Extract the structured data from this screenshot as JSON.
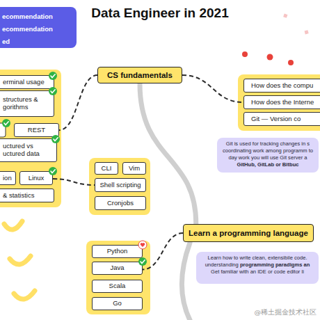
{
  "diagram": {
    "title": "Data Engineer in 2021",
    "nodes": [
      {
        "text": [
          "ecommendation",
          "ecommendation",
          "ed"
        ]
      },
      {
        "text": [
          "CS fundamentals"
        ]
      },
      {
        "text": [
          "erminal usage"
        ]
      },
      {
        "text": [
          "structures & gorithms"
        ]
      },
      {
        "text": [
          "REST"
        ]
      },
      {
        "text": [
          "uctured vs uctured data"
        ]
      },
      {
        "text": [
          "ion"
        ]
      },
      {
        "text": [
          "Linux"
        ]
      },
      {
        "text": [
          "& statistics"
        ]
      },
      {
        "text": [
          "How does the compu"
        ]
      },
      {
        "text": [
          "How does the Interne"
        ]
      },
      {
        "text": [
          "Git — Version co"
        ]
      },
      {
        "text": [
          "Git is used for tracking changes in s coordinating work among programm to day work you will use Git server a",
          "GitHub, GitLab or Bitbuc"
        ]
      },
      {
        "text": [
          "CLI"
        ]
      },
      {
        "text": [
          "Vim"
        ]
      },
      {
        "text": [
          "Shell scripting"
        ]
      },
      {
        "text": [
          "Cronjobs"
        ]
      },
      {
        "text": [
          "Learn a programming language"
        ]
      },
      {
        "text": [
          "Learn how to write clean, extensibile code. understanding",
          "programming paradigms an",
          "Get familiar with an IDE or code editor li"
        ]
      },
      {
        "text": [
          "Python"
        ]
      },
      {
        "text": [
          "Java"
        ]
      },
      {
        "text": [
          "Scala"
        ]
      },
      {
        "text": [
          "Go"
        ]
      }
    ],
    "edges": [
      {
        "from": 1,
        "to": 4,
        "arrow": "none"
      },
      {
        "from": 1,
        "to": 10,
        "arrow": "none"
      },
      {
        "from": 7,
        "to": 15,
        "arrow": "none"
      },
      {
        "from": 17,
        "to": 20,
        "arrow": "none"
      },
      {
        "from": 1,
        "to": 17,
        "arrow": "none"
      }
    ],
    "labels": [
      "@稀土掘金技术社区"
    ]
  }
}
